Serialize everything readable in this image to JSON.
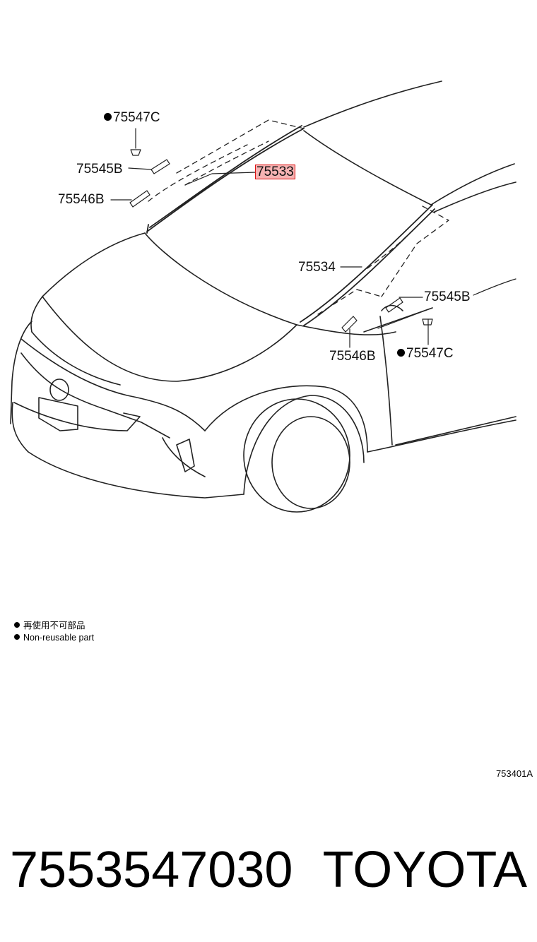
{
  "callouts": {
    "clip_top_left": "75547C",
    "bracket_top_left": "75545B",
    "bracket_mid_left": "75546B",
    "molding_highlighted": "75533",
    "molding_right": "75534",
    "bracket_right": "75545B",
    "bracket_lower_right": "75546B",
    "clip_lower_right": "75547C"
  },
  "legend": {
    "line_cn": "再使用不可部品",
    "line_en": "Non-reusable part"
  },
  "drawing_code": "753401A",
  "footer": {
    "part_number": "7553547030",
    "brand": "TOYOTA"
  },
  "colors": {
    "highlight_fill": "#f6b3b3",
    "highlight_border": "#dd1111"
  }
}
